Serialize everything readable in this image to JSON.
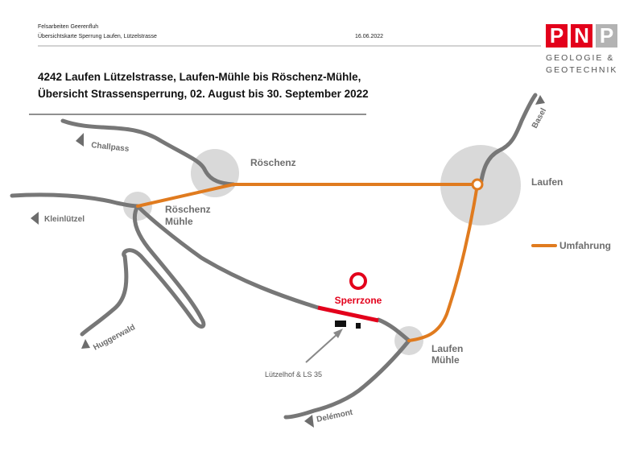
{
  "header": {
    "project": "Felsarbeiten Geerenfluh",
    "subtitle": "Übersichtskarte Sperrung Laufen, Lützelstrasse",
    "date": "16.06.2022"
  },
  "logo": {
    "letters": [
      "P",
      "N",
      "P"
    ],
    "line1": "GEOLOGIE &",
    "line2": "GEOTECHNIK",
    "colors": {
      "red": "#e3001b",
      "gray": "#b3b3b3"
    }
  },
  "title": {
    "line1": "4242 Laufen Lützelstrasse, Laufen-Mühle bis Röschenz-Mühle,",
    "line2": "Übersicht Strassensperrung, 02. August bis 30. September 2022"
  },
  "map": {
    "places": {
      "roeschenz": "Röschenz",
      "roeschenz_muehle_1": "Röschenz",
      "roeschenz_muehle_2": "Mühle",
      "laufen": "Laufen",
      "laufen_muehle_1": "Laufen",
      "laufen_muehle_2": "Mühle"
    },
    "directions": {
      "challpass": "Challpass",
      "kleinluetzel": "Kleinlützel",
      "huggerwald": "Huggerwald",
      "delemont": "Delémont",
      "basel": "Basel"
    },
    "closure_label": "Sperrzone",
    "annotation": "Lützelhof & LS 35",
    "legend": {
      "detour": "Umfahrung"
    },
    "colors": {
      "road": "#777777",
      "detour": "#e07b1f",
      "closure": "#e3001b",
      "town": "#d9d9d9",
      "text": "#6d6d6d"
    }
  }
}
